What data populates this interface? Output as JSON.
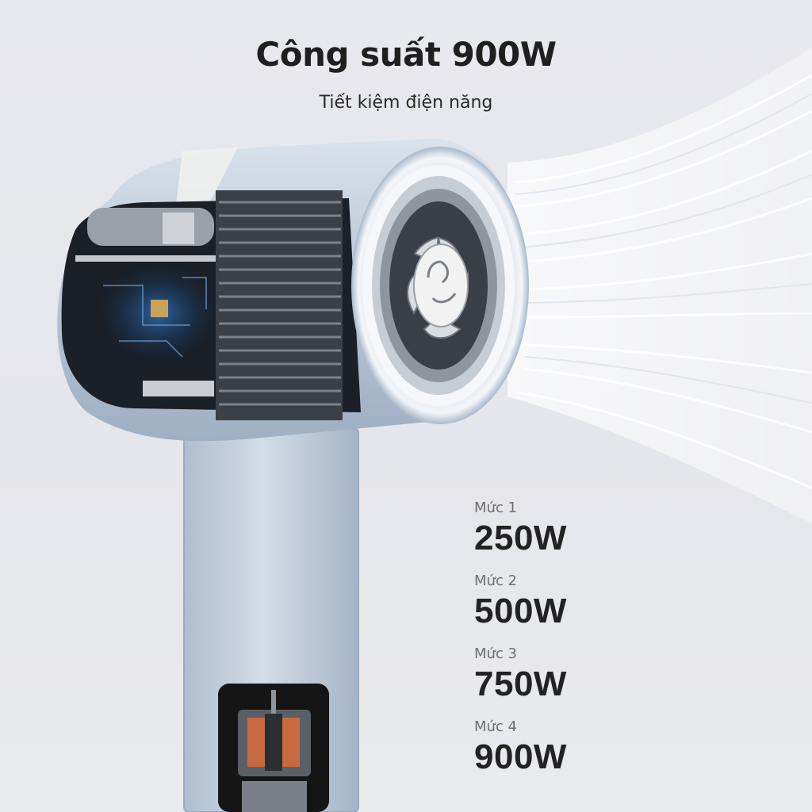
{
  "header": {
    "title": "Công suất 900W",
    "subtitle": "Tiết kiệm điện năng"
  },
  "levels": [
    {
      "label": "Mức 1",
      "value": "250W"
    },
    {
      "label": "Mức 2",
      "value": "500W"
    },
    {
      "label": "Mức 3",
      "value": "750W"
    },
    {
      "label": "Mức 4",
      "value": "900W"
    }
  ],
  "colors": {
    "background": "#e8e9ee",
    "body_metal": "#b9c6d6",
    "text_dark": "#222222",
    "text_muted": "#6e6e73",
    "coil_copper": "#c8693f"
  },
  "icons": {
    "product": "hair-dryer-cutaway-icon",
    "airflow": "airflow-streams-icon",
    "motor": "motor-icon"
  }
}
